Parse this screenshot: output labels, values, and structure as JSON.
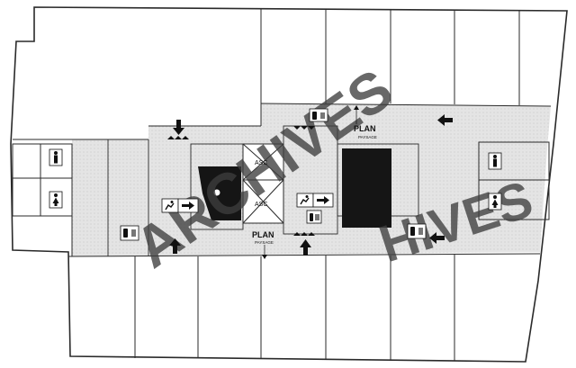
{
  "labels": {
    "asc_top": "ASC",
    "asc_bottom": "ASC",
    "plan_top": "PLAN",
    "plan_top_sub": "PAYSAGE",
    "plan_bottom": "PLAN",
    "plan_bottom_sub": "PAYSAGE"
  },
  "watermarks": {
    "main": "ARCHIVES",
    "right": "HIVES"
  },
  "colors": {
    "corridor": "#e3e3e3",
    "line": "#2a2a2a",
    "core": "#151515",
    "watermark": "#3d3d3d"
  },
  "icons": [
    "male-toilet-icon",
    "female-toilet-icon",
    "fire-extinguisher-icon",
    "emergency-exit-icon",
    "direction-arrow-icon"
  ]
}
